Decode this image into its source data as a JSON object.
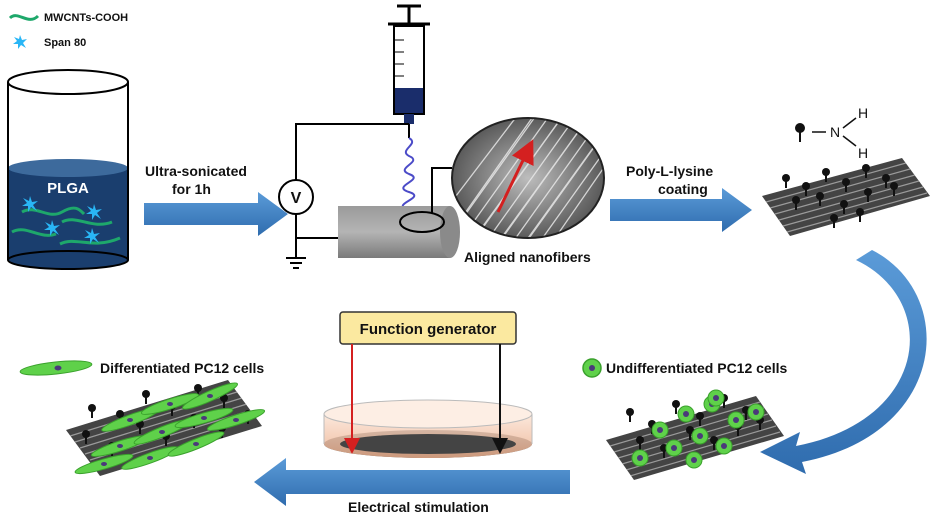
{
  "legend": {
    "mwcnt": "MWCNTs-COOH",
    "span80": "Span 80"
  },
  "beaker_label": "PLGA",
  "step1": {
    "line1": "Ultra-sonicated",
    "line2": "for 1h"
  },
  "voltmeter": "V",
  "aligned_label": "Aligned nanofibers",
  "step2": {
    "line1": "Poly-L-lysine",
    "line2": "coating"
  },
  "amine": {
    "n": "N",
    "h_top": "H",
    "h_bottom": "H"
  },
  "function_generator": "Function generator",
  "undiff_label": "Undifferentiated PC12 cells",
  "diff_label": "Differentiated PC12 cells",
  "step3": "Electrical stimulation",
  "colors": {
    "arrow_blue": "#3d7fc4",
    "plga_fill": "#1a3e6e",
    "cnt_green": "#1ea86b",
    "cell_green": "#5fd14a",
    "fg_box": "#fbe9a0",
    "stim_red": "#d42020"
  }
}
